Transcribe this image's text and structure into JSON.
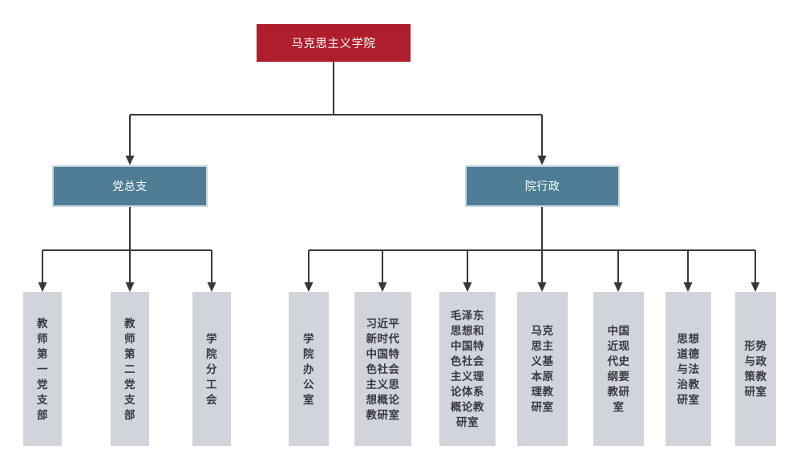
{
  "colors": {
    "root_fill": "#AE1E2C",
    "root_text": "#FFFFFF",
    "branch_fill": "#4E7D95",
    "branch_border": "#C9D7DF",
    "branch_text": "#FFFFFF",
    "leaf_fill": "#D1D4DB",
    "leaf_text": "#383A40",
    "connector_line": "#383838"
  },
  "org_chart": {
    "root": {
      "label": "马克思主义学院"
    },
    "branches": [
      {
        "label": "党总支"
      },
      {
        "label": "院行政"
      }
    ],
    "departments": [
      {
        "label": "教师第一党支部",
        "parent": "党总支",
        "display": "教\n师\n第\n一\n党\n支\n部"
      },
      {
        "label": "教师第二党支部",
        "parent": "党总支",
        "display": "教\n师\n第\n二\n党\n支\n部"
      },
      {
        "label": "学院分工会",
        "parent": "党总支",
        "display": "学\n院\n分\n工\n会"
      },
      {
        "label": "学院办公室",
        "parent": "院行政",
        "display": "学\n院\n办\n公\n室"
      },
      {
        "label": "习近平新时代中国特色社会主义思想概论教研室",
        "parent": "院行政",
        "display": "习近平\n新时代\n中国特\n色社会\n主义思\n想概论\n教研室"
      },
      {
        "label": "毛泽东思想和中国特色社会主义理论体系概论教研室",
        "parent": "院行政",
        "display": "毛泽东\n思想和\n中国特\n色社会\n主义理\n论体系\n概论教\n研室"
      },
      {
        "label": "马克思主义基本原理教研室",
        "parent": "院行政",
        "display": "马克\n思主\n义基\n本原\n理教\n研室"
      },
      {
        "label": "中国近现代史纲要教研室",
        "parent": "院行政",
        "display": "中国\n近现\n代史\n纲要\n教研\n室"
      },
      {
        "label": "思想道德与法治教研室",
        "parent": "院行政",
        "display": "思想\n道德\n与法\n治教\n研室"
      },
      {
        "label": "形势与政策教研室",
        "parent": "院行政",
        "display": "形势\n与政\n策教\n研室"
      }
    ]
  }
}
